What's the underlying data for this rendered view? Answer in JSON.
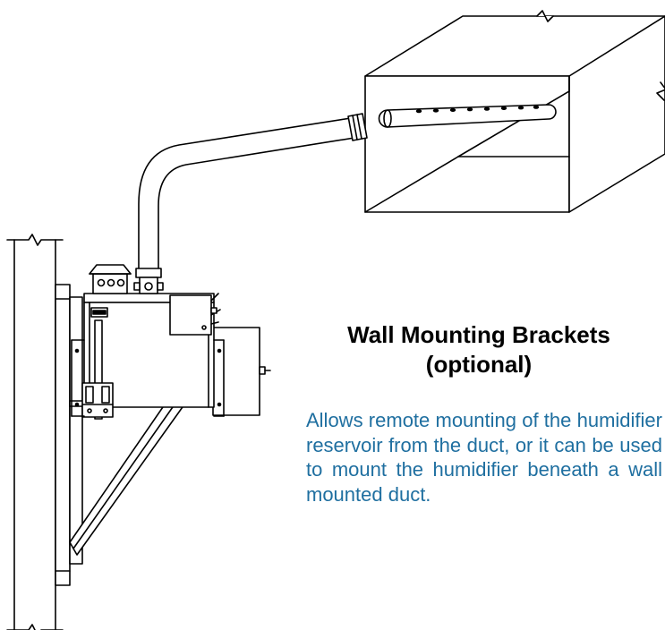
{
  "title": {
    "line1": "Wall Mounting Brackets",
    "line2": "(optional)"
  },
  "description": "Allows remote mounting of the humidifier reservoir from the duct, or it can be used to mount the humidifier beneath a wall mounted duct.",
  "colors": {
    "line": "#000000",
    "description_text": "#1f6fa0",
    "title_text": "#000000"
  }
}
